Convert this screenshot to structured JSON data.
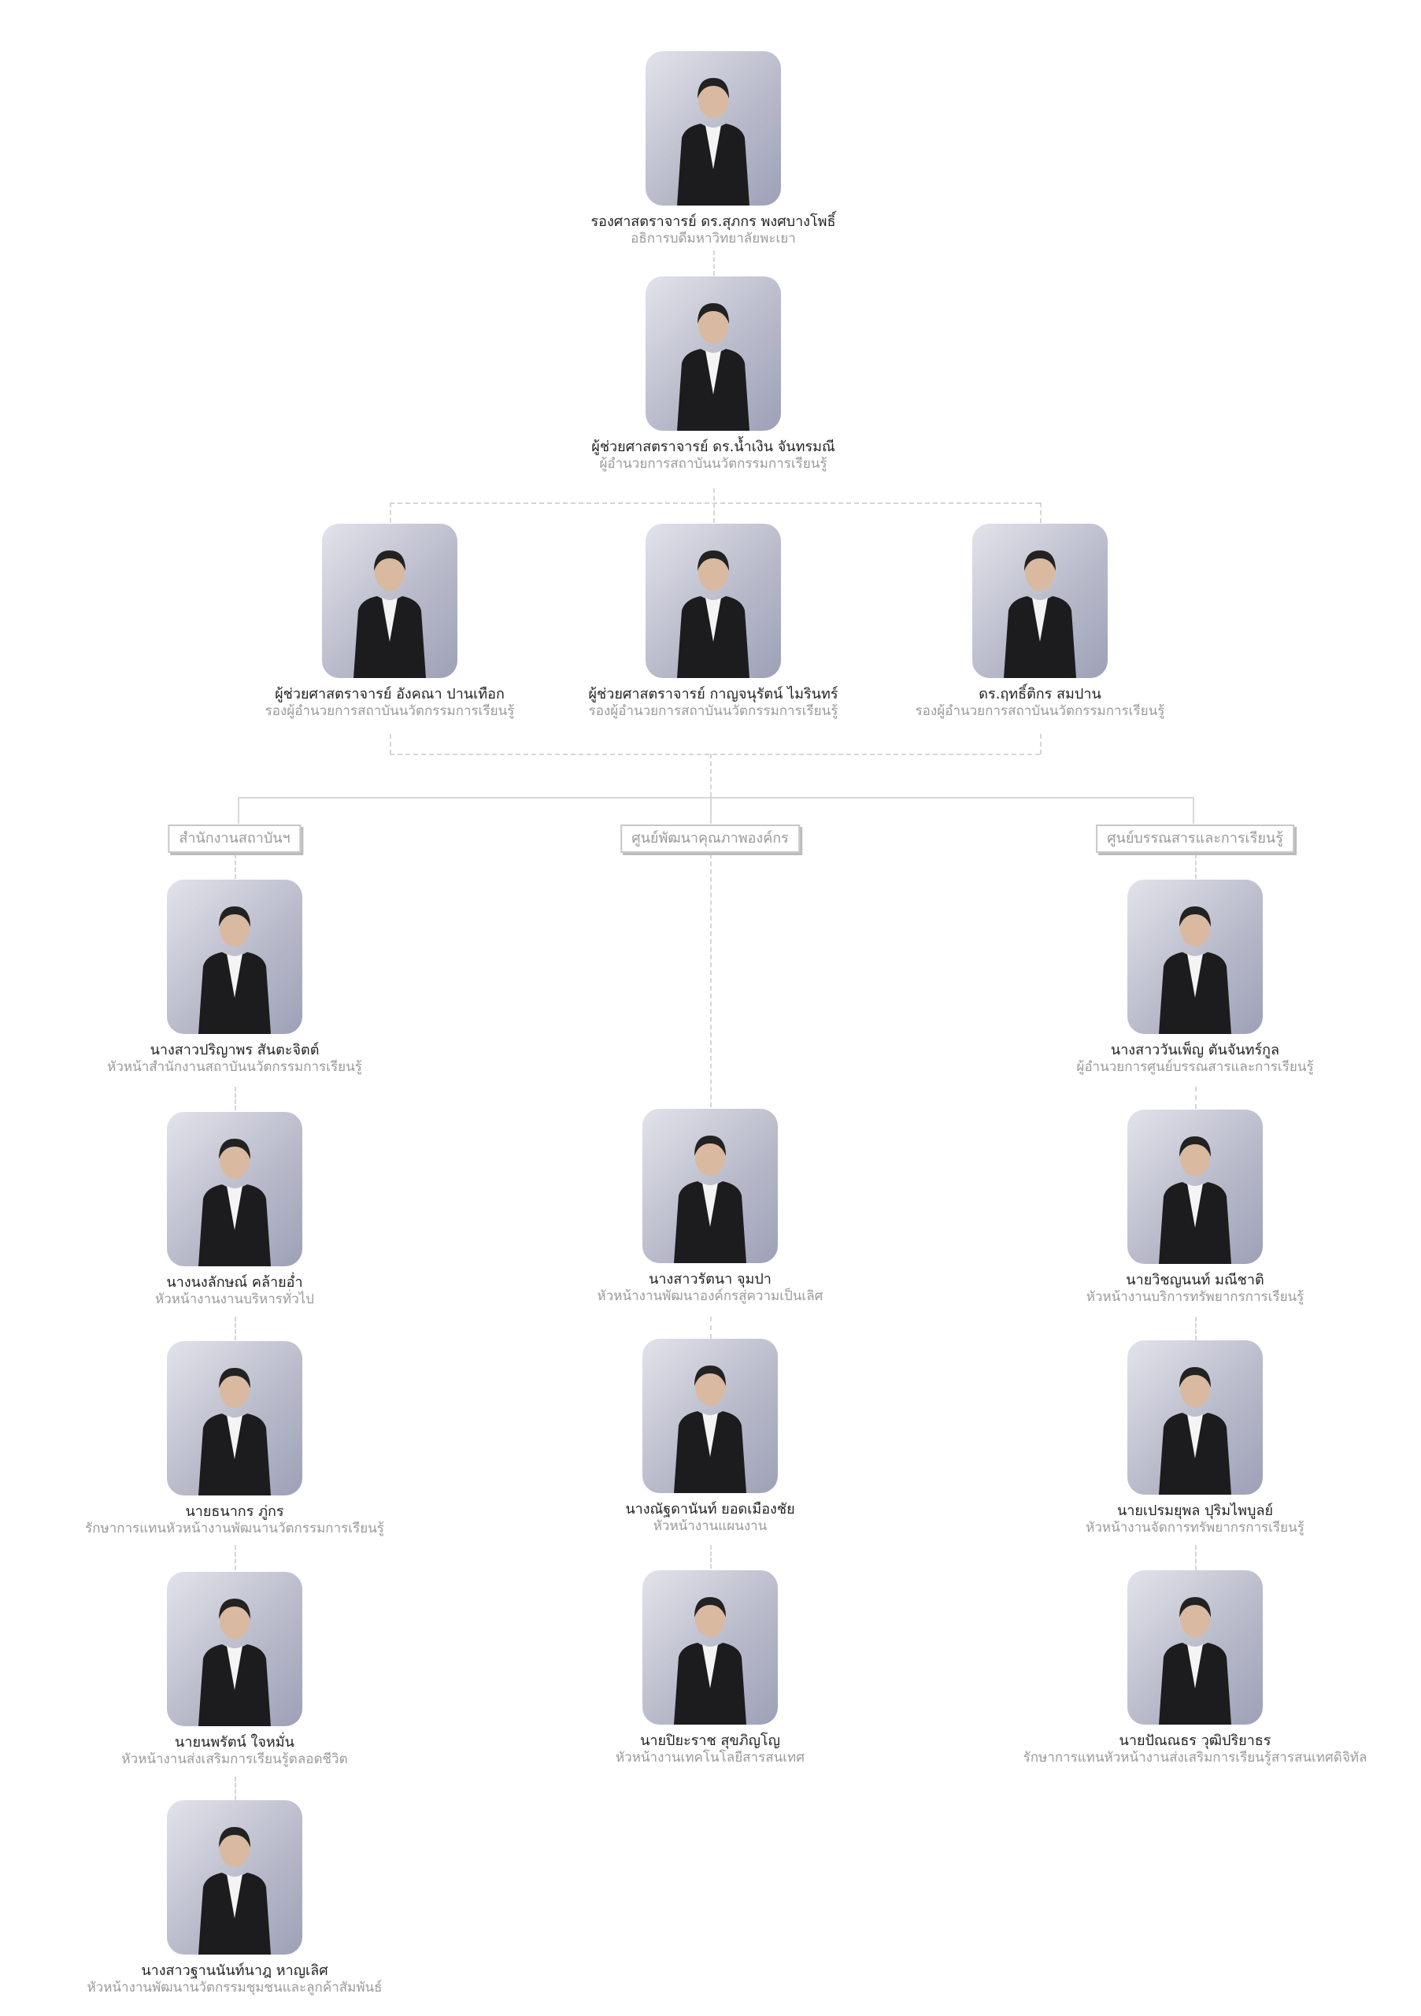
{
  "sections": [
    {
      "label": "สำนักงานสถาบันฯ"
    },
    {
      "label": "ศูนย์พัฒนาคุณภาพองค์กร"
    },
    {
      "label": "ศูนย์บรรณสารและการเรียนรู้"
    }
  ],
  "people": [
    {
      "name": "รองศาสตราจารย์ ดร.สุภกร พงศบางโพธิ์",
      "title": "อธิการบดีมหาวิทยาลัยพะเยา"
    },
    {
      "name": "ผู้ช่วยศาสตราจารย์ ดร.น้ำเงิน จันทรมณี",
      "title": "ผู้อำนวยการสถาบันนวัตกรรมการเรียนรู้"
    },
    {
      "name": "ผู้ช่วยศาสตราจารย์ อังคณา ปานเทือก",
      "title": "รองผู้อำนวยการสถาบันนวัตกรรมการเรียนรู้"
    },
    {
      "name": "ผู้ช่วยศาสตราจารย์ กาญจนุรัตน์ ไมรินทร์",
      "title": "รองผู้อำนวยการสถาบันนวัตกรรมการเรียนรู้"
    },
    {
      "name": "ดร.ฤทธิ์ติกร สมปาน",
      "title": "รองผู้อำนวยการสถาบันนวัตกรรมการเรียนรู้"
    },
    {
      "name": "นางสาวปริญาพร สันตะจิตต์",
      "title": "หัวหน้าสำนักงานสถาบันนวัตกรรมการเรียนรู้"
    },
    {
      "name": "นางนงลักษณ์ คล้ายอ่ำ",
      "title": "หัวหน้างานงานบริหารทั่วไป"
    },
    {
      "name": "นายธนากร ภู่กร",
      "title": "รักษาการแทนหัวหน้างานพัฒนานวัตกรรมการเรียนรู้"
    },
    {
      "name": "นายนพรัตน์ ใจหมั่น",
      "title": "หัวหน้างานส่งเสริมการเรียนรู้ตลอดชีวิต"
    },
    {
      "name": "นางสาวฐานนันท์นาฎ หาญเลิศ",
      "title": "หัวหน้างานพัฒนานวัตกรรมชุมชนและลูกค้าสัมพันธ์"
    },
    {
      "name": "นางสาวรัตนา จุมปา",
      "title": "หัวหน้างานพัฒนาองค์กรสู่ความเป็นเลิศ"
    },
    {
      "name": "นางณัฐดานันท์ ยอดเมืองชัย",
      "title": "หัวหน้างานแผนงาน"
    },
    {
      "name": "นายปิยะราช สุขภิญโญ",
      "title": "หัวหน้างานเทคโนโลยีสารสนเทศ"
    },
    {
      "name": "นางสาววันเพ็ญ ตันจันทร์กูล",
      "title": "ผู้อำนวยการศูนย์บรรณสารและการเรียนรู้"
    },
    {
      "name": "นายวิชญนนท์ มณีชาติ",
      "title": "หัวหน้างานบริการทรัพยากรการเรียนรู้"
    },
    {
      "name": "นายเปรมยุพล ปุริมไพบูลย์",
      "title": "หัวหน้างานจัดการทรัพยากรการเรียนรู้"
    },
    {
      "name": "นายปัณณธร วุฒิปริยาธร",
      "title": "รักษาการแทนหัวหน้างานส่งเสริมการเรียนรู้สารสนเทศดิจิทัล"
    }
  ]
}
